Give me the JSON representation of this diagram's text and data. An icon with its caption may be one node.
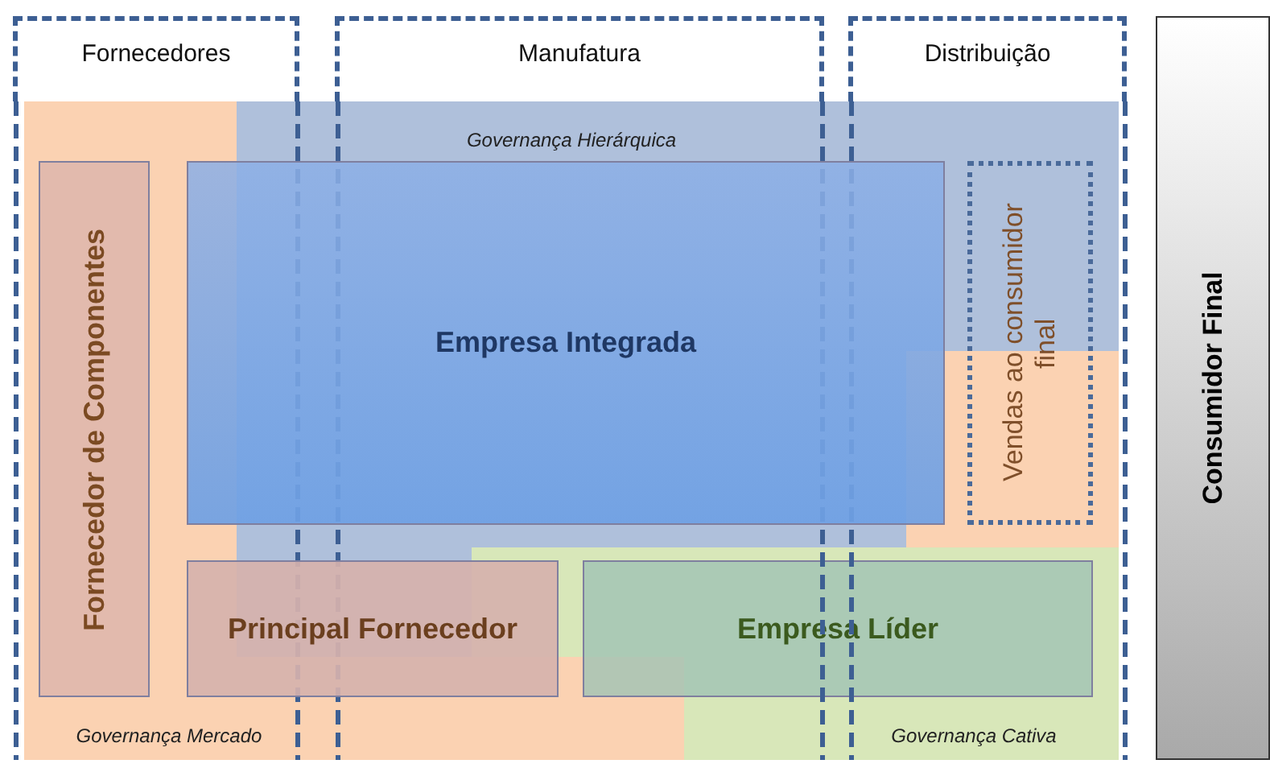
{
  "diagram": {
    "nodes": [
      {
        "text": [
          "Fornecedores"
        ]
      },
      {
        "text": [
          "Manufatura"
        ]
      },
      {
        "text": [
          "Distribuição"
        ]
      },
      {
        "text": [
          "Consumidor Final"
        ]
      },
      {
        "text": [
          "Governança Hierárquica"
        ],
        "in": 5
      },
      {
        "text": [
          "Governança Mercado"
        ]
      },
      {
        "text": [
          "Governança Cativa"
        ],
        "in": 5
      },
      {
        "text": [
          "Fornecedor de Componentes"
        ],
        "in": 5
      },
      {
        "text": [
          "Empresa Integrada"
        ],
        "in": 5
      },
      {
        "text": [
          "Vendas ao consumidor final"
        ],
        "in": 4
      },
      {
        "text": [
          "Principal Fornecedor"
        ],
        "in": 5
      },
      {
        "text": [
          "Empresa Líder"
        ],
        "in": 6
      }
    ]
  }
}
